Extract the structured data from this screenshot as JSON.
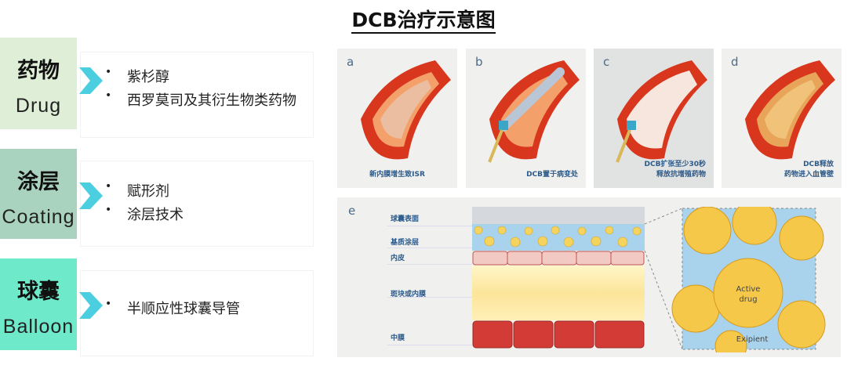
{
  "title": "DCB治疗示意图",
  "categories": [
    {
      "zh": "药物",
      "en": "Drug",
      "color": "#dfeed6",
      "items": [
        "紫杉醇",
        "西罗莫司及其衍生物类药物"
      ]
    },
    {
      "zh": "涂层",
      "en": "Coating",
      "color": "#a9d3bf",
      "items": [
        "赋形剂",
        "涂层技术"
      ]
    },
    {
      "zh": "球囊",
      "en": "Balloon",
      "color": "#6eeacb",
      "items": [
        "半顺应性球囊导管"
      ]
    }
  ],
  "panels": [
    {
      "letter": "a",
      "caption": [
        "新内膜增生致ISR"
      ]
    },
    {
      "letter": "b",
      "caption": [
        "DCB置于病变处"
      ]
    },
    {
      "letter": "c",
      "caption": [
        "DCB扩张至少30秒",
        "释放抗增殖药物"
      ]
    },
    {
      "letter": "d",
      "caption": [
        "DCB释放",
        "药物进入血管壁"
      ]
    }
  ],
  "panel_e": {
    "letter": "e",
    "layers": [
      "球囊表面",
      "基质涂层",
      "内皮",
      "斑块或内膜",
      "中膜"
    ],
    "active_label": "Active drug",
    "active_line1": "Active",
    "active_line2": "drug",
    "excipient_label": "Exipient"
  }
}
